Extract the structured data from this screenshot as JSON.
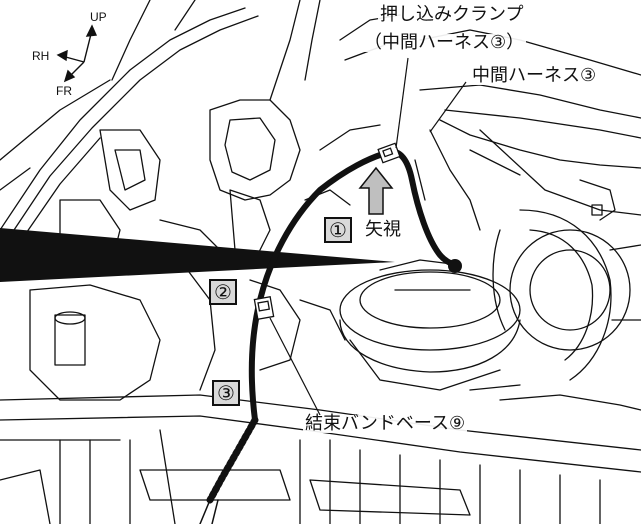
{
  "axes": {
    "up_label": "UP",
    "rh_label": "RH",
    "fr_label": "FR"
  },
  "callouts": {
    "push_clamp_line1": "押し込みクランプ",
    "push_clamp_line2": "（中間ハーネス③）",
    "middle_harness": "中間ハーネス③",
    "view_arrow": "矢視",
    "band_base": "結束バンドベース⑨"
  },
  "markers": {
    "m1": "①",
    "m2": "②",
    "m3": "③"
  },
  "colors": {
    "line": "#111111",
    "marker_fill": "#d9d9d9",
    "arrow_fill": "#bfbfbf"
  }
}
